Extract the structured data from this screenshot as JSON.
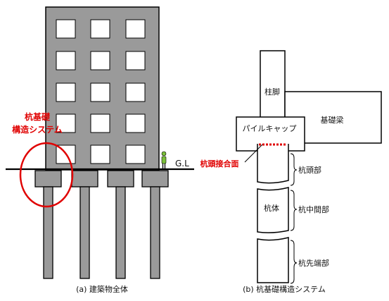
{
  "diagram_a": {
    "label_system_line1": "杭基礎",
    "label_system_line2": "構造システム",
    "label_gl": "G.L",
    "caption": "(a) 建築物全体"
  },
  "diagram_b": {
    "label_column_base": "柱脚",
    "label_foundation_beam": "基礎梁",
    "label_pile_cap": "パイルキャップ",
    "label_pile_head_joint": "杭頭接合面",
    "label_pile_body": "杭体",
    "label_pile_head": "杭頭部",
    "label_pile_middle": "杭中間部",
    "label_pile_tip": "杭先端部",
    "caption": "(b) 杭基礎構造システム"
  },
  "colors": {
    "building_fill": "#9a9a9a",
    "outline": "#000000",
    "highlight": "#e00000",
    "person": "#7bbf3a",
    "background": "#ffffff"
  }
}
